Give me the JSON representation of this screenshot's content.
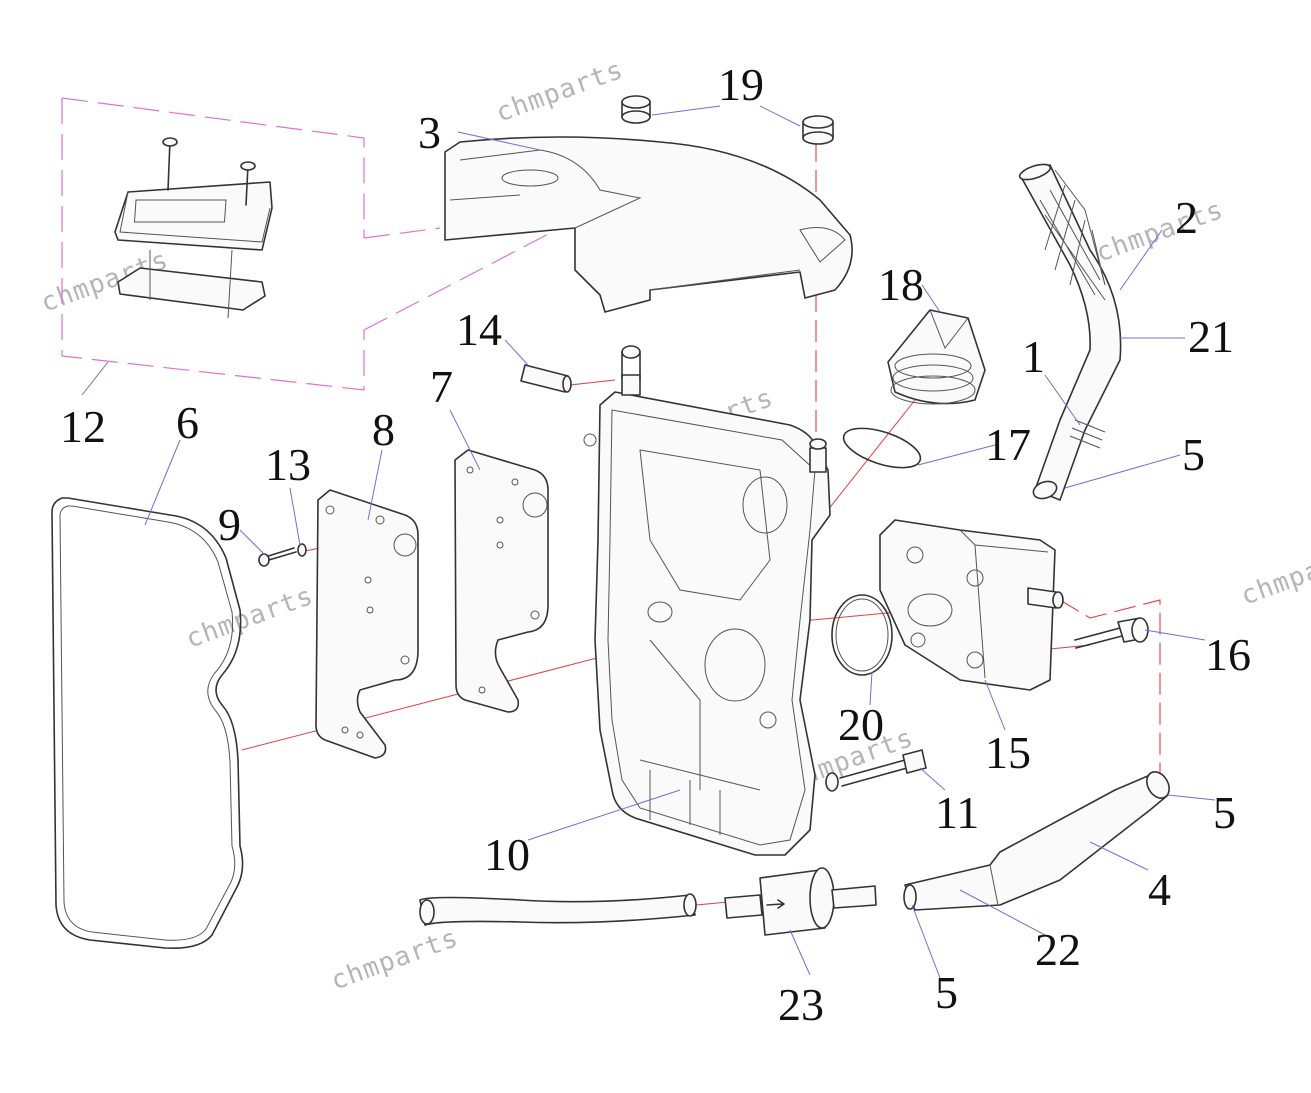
{
  "watermark_text": "chmparts",
  "callouts": [
    {
      "id": "c1",
      "text": "1"
    },
    {
      "id": "c2",
      "text": "2"
    },
    {
      "id": "c3",
      "text": "3"
    },
    {
      "id": "c4",
      "text": "4"
    },
    {
      "id": "c5a",
      "text": "5"
    },
    {
      "id": "c5b",
      "text": "5"
    },
    {
      "id": "c5c",
      "text": "5"
    },
    {
      "id": "c6",
      "text": "6"
    },
    {
      "id": "c7",
      "text": "7"
    },
    {
      "id": "c8",
      "text": "8"
    },
    {
      "id": "c9",
      "text": "9"
    },
    {
      "id": "c10",
      "text": "10"
    },
    {
      "id": "c11",
      "text": "11"
    },
    {
      "id": "c12",
      "text": "12"
    },
    {
      "id": "c13",
      "text": "13"
    },
    {
      "id": "c14",
      "text": "14"
    },
    {
      "id": "c15",
      "text": "15"
    },
    {
      "id": "c16",
      "text": "16"
    },
    {
      "id": "c17",
      "text": "17"
    },
    {
      "id": "c18",
      "text": "18"
    },
    {
      "id": "c19",
      "text": "19"
    },
    {
      "id": "c20",
      "text": "20"
    },
    {
      "id": "c21",
      "text": "21"
    },
    {
      "id": "c22",
      "text": "22"
    },
    {
      "id": "c23",
      "text": "23"
    }
  ],
  "colors": {
    "leader_line": "#6f6fd8",
    "assembly_axis": "#e04040",
    "group_outline": "#e070d0",
    "watermark": "#b5b5b5"
  }
}
